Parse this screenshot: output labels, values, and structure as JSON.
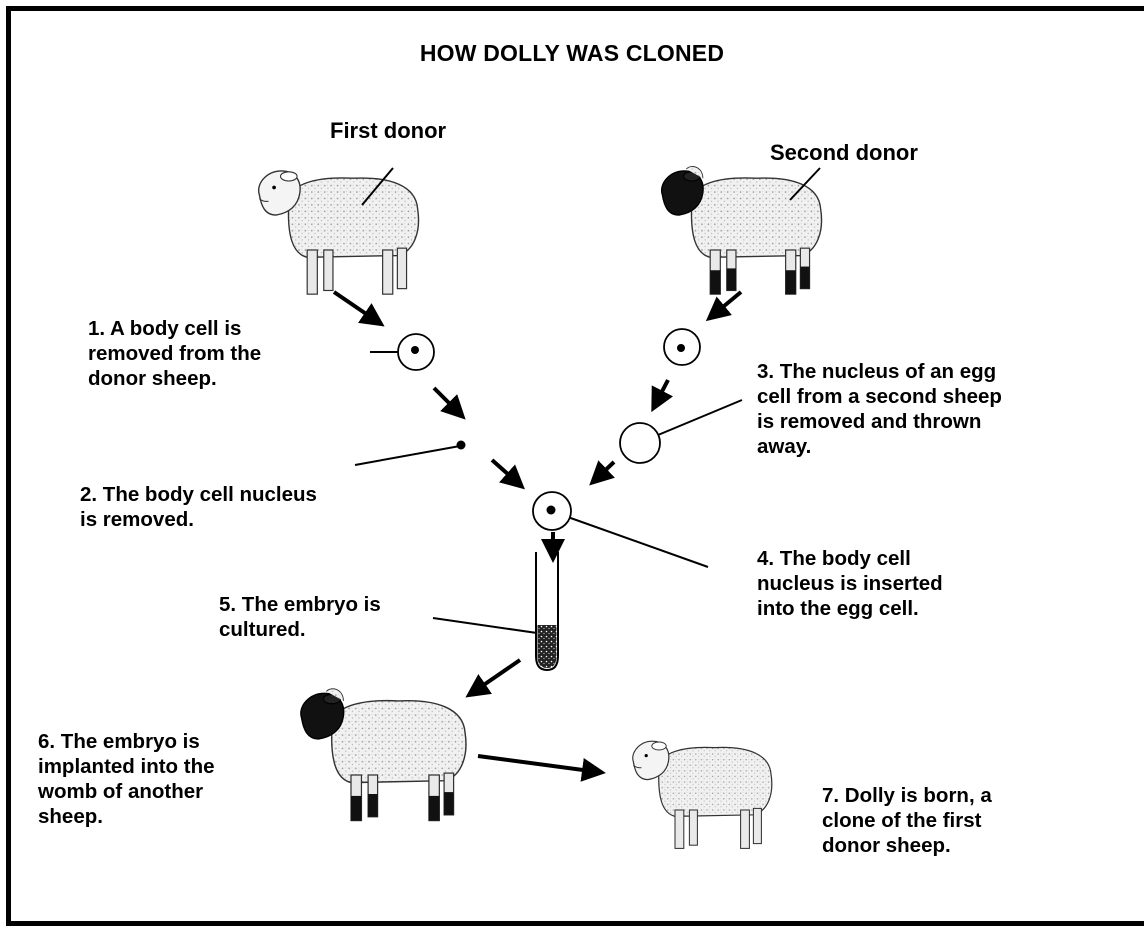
{
  "title": "HOW DOLLY WAS CLONED",
  "donors": {
    "first": "First donor",
    "second": "Second donor"
  },
  "steps": [
    {
      "text": "1. A body cell is\n    removed from the\n    donor sheep."
    },
    {
      "text": "2. The body cell nucleus\n    is removed."
    },
    {
      "text": "3. The nucleus of an egg\n    cell from a second sheep\n    is removed and thrown\n    away."
    },
    {
      "text": "4. The body cell\n    nucleus is inserted\n    into the egg cell."
    },
    {
      "text": "5. The embryo is\n    cultured."
    },
    {
      "text": "6. The embryo is\n    implanted into the\n    womb of another\n    sheep."
    },
    {
      "text": "7. Dolly is born, a\n    clone of the first\n    donor sheep."
    }
  ],
  "sheep": [
    {
      "id": "first-donor",
      "face": "white"
    },
    {
      "id": "second-donor",
      "face": "black"
    },
    {
      "id": "surrogate",
      "face": "black"
    },
    {
      "id": "dolly",
      "face": "white"
    }
  ]
}
